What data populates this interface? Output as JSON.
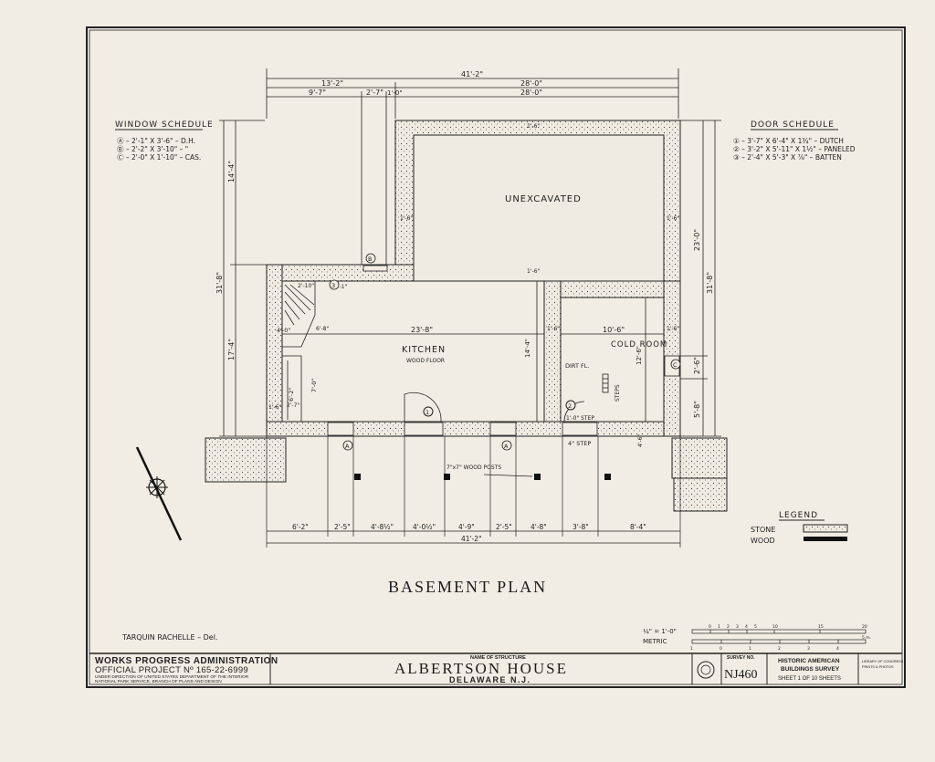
{
  "window_schedule": {
    "title": "WINDOW SCHEDULE",
    "items": [
      "Ⓐ – 2'-1\" X 3'-6\" – D.H.",
      "Ⓑ – 2'-2\" X 3'-10\" – \"",
      "Ⓒ – 2'-0\" X 1'-10\" – CAS."
    ]
  },
  "door_schedule": {
    "title": "DOOR SCHEDULE",
    "items": [
      "① – 3'-7\" X 6'-4\" X 1¾\" – DUTCH",
      "② – 3'-2\" X 5'-11\" X 1½\" – PANELED",
      "③ – 2'-4\" X 5'-3\" X ⅞\" – BATTEN"
    ]
  },
  "rooms": {
    "unexcavated": "UNEXCAVATED",
    "kitchen": "KITCHEN",
    "kitchen_floor": "WOOD FLOOR",
    "cold_room": "COLD ROOM",
    "dirt_fl": "DIRT FL.",
    "steps": "STEPS"
  },
  "dims": {
    "top_total": "41'-2\"",
    "top_left": "13'-2\"",
    "top_right": "28'-0\"",
    "second_a": "9'-7\"",
    "second_b": "2'-7\"",
    "second_c": "1'-0\"",
    "second_d": "28'-0\"",
    "left_overall": "31'-8\"",
    "left_upper": "14'-4\"",
    "left_lower": "17'-4\"",
    "right_overall": "31'-8\"",
    "right_upper": "23'-0\"",
    "right_lower1": "2'-6\"",
    "right_lower2": "5'-8\"",
    "wall_1_6a": "1'-6\"",
    "wall_1_6b": "1'-6\"",
    "wall_1_6c": "1'-6\"",
    "wall_1_6d": "1'-6\"",
    "wall_1_6e": "1'-6\"",
    "wall_1_6f": "1'-6\"",
    "kitchen_width": "23'-8\"",
    "kitchen_depth": "14'-4\"",
    "cold_width": "10'-6\"",
    "cold_depth": "12'-6\"",
    "stair_a": "2'-10\"",
    "stair_b": "6'-8\"",
    "stair_c": "4'-0\"",
    "stair_d": "7'-0\"",
    "stair_e": "6'-2\"",
    "stair_f": "2'-7\"",
    "stair_g": "1'-6\"",
    "stair_h": "2'-1\"",
    "step_label": "1'-0\" STEP",
    "step4": "4\" STEP",
    "step_right": "4'-6\"",
    "bottom": [
      "6'-2\"",
      "2'-5\"",
      "4'-8½\"",
      "4'-0½\"",
      "4'-9\"",
      "2'-5\"",
      "4'-8\"",
      "3'-8\"",
      "8'-4\""
    ],
    "bottom_total": "41'-2\""
  },
  "notes": {
    "posts": "7\"x7\" WOOD POSTS"
  },
  "markers": {
    "window_a": "A",
    "window_b": "B",
    "window_c": "C",
    "door_1": "1",
    "door_2": "2",
    "door_3": "3"
  },
  "plan_title": "BASEMENT PLAN",
  "delineator": "TARQUIN RACHELLE – Del.",
  "legend": {
    "title": "LEGEND",
    "stone": "STONE",
    "wood": "WOOD"
  },
  "scale": {
    "imperial_label": "¼\" = 1'-0\"",
    "metric_label": "METRIC",
    "imperial_ticks": [
      "0",
      "1",
      "2",
      "3",
      "4",
      "5",
      "",
      "",
      "",
      "10",
      "",
      "",
      "",
      "",
      "15",
      "",
      "",
      "",
      "",
      "20"
    ],
    "metric_ticks": [
      "1",
      "0",
      "1",
      "2",
      "3",
      "4",
      "5 m."
    ]
  },
  "title_block": {
    "wpa": "WORKS PROGRESS ADMINISTRATION",
    "project": "OFFICIAL PROJECT Nº 165-22-6999",
    "under": "UNDER DIRECTION OF UNITED STATES DEPARTMENT OF THE INTERIOR",
    "branch": "NATIONAL PARK SERVICE, BRANCH OF PLANS AND DESIGN",
    "name_label": "NAME OF STRUCTURE",
    "name": "ALBERTSON HOUSE",
    "location": "DELAWARE N.J.",
    "survey_label": "SURVEY NO.",
    "survey": "NJ460",
    "habs1": "HISTORIC AMERICAN",
    "habs2": "BUILDINGS SURVEY",
    "sheet": "SHEET 1 OF 10 SHEETS",
    "loc1": "LIBRARY OF CONGRESS",
    "loc2": "PRINTS & PHOTOS"
  }
}
